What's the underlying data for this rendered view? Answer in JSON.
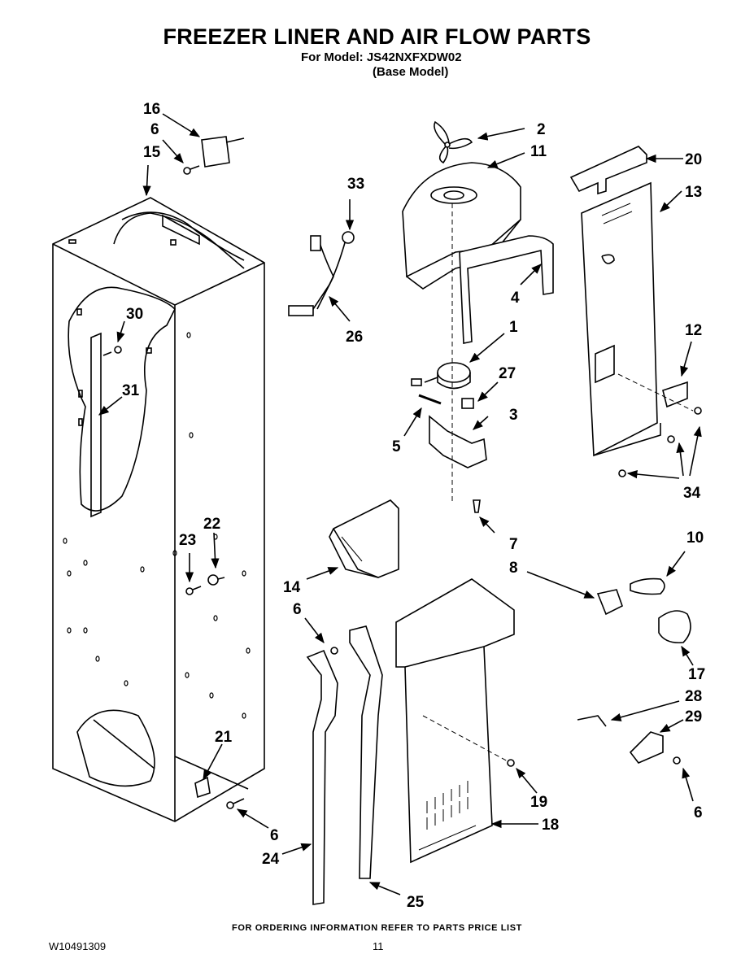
{
  "header": {
    "title": "FREEZER LINER AND AIR FLOW PARTS",
    "model_line": "For Model: JS42NXFXDW02",
    "base_model": "(Base Model)"
  },
  "footer": {
    "ordering_note": "FOR ORDERING INFORMATION REFER TO PARTS PRICE LIST",
    "document_number": "W10491309",
    "page_number": "11"
  },
  "callouts": {
    "n16": "16",
    "n6a": "6",
    "n15": "15",
    "n33": "33",
    "n2": "2",
    "n11": "11",
    "n20": "20",
    "n13": "13",
    "n4": "4",
    "n26": "26",
    "n30": "30",
    "n1": "1",
    "n12": "12",
    "n31": "31",
    "n27": "27",
    "n3": "3",
    "n5": "5",
    "n34": "34",
    "n22": "22",
    "n23": "23",
    "n7": "7",
    "n10": "10",
    "n8": "8",
    "n14": "14",
    "n6b": "6",
    "n17": "17",
    "n28": "28",
    "n29": "29",
    "n21": "21",
    "n19": "19",
    "n6c": "6",
    "n6d": "6",
    "n18": "18",
    "n24": "24",
    "n25": "25"
  }
}
